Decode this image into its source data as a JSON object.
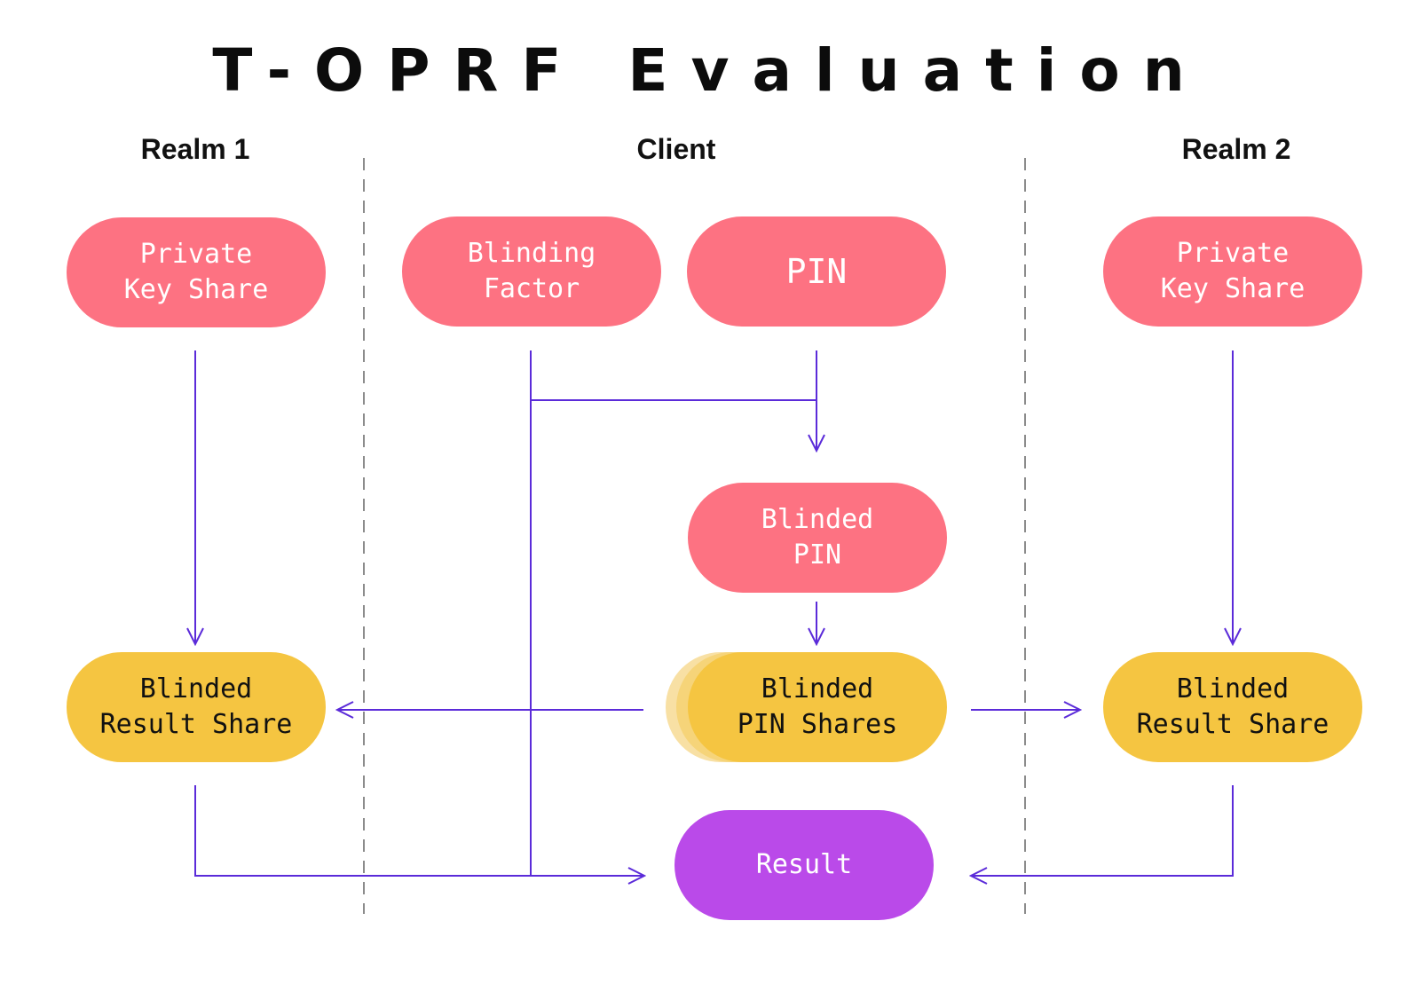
{
  "title": "T-OPRF Evaluation",
  "columns": {
    "realm1": "Realm 1",
    "client": "Client",
    "realm2": "Realm 2"
  },
  "nodes": {
    "realm1_private_key_share": "Private\nKey Share",
    "blinding_factor": "Blinding\nFactor",
    "pin": "PIN",
    "realm2_private_key_share": "Private\nKey Share",
    "blinded_pin": "Blinded\nPIN",
    "realm1_blinded_result_share": "Blinded\nResult Share",
    "blinded_pin_shares": "Blinded\nPIN Shares",
    "realm2_blinded_result_share": "Blinded\nResult Share",
    "result": "Result"
  },
  "colors": {
    "input_node": "#fd7282",
    "share_node": "#f5c541",
    "result_node": "#ba4ae9",
    "arrow": "#5b2bd9",
    "divider": "#8c8c8c"
  }
}
